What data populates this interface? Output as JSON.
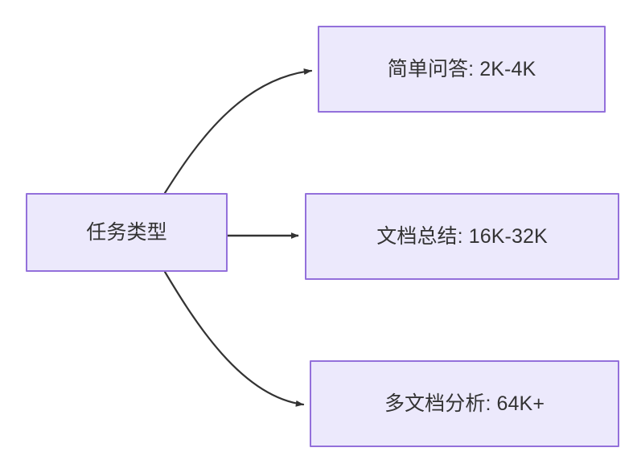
{
  "diagram": {
    "type": "flowchart",
    "direction": "left-to-right",
    "title": "任务类型",
    "background_color": "#ffffff",
    "node_fill_color": "#ece9fc",
    "node_border_color": "#9370db",
    "text_color": "#333333",
    "edge_color": "#333333",
    "nodes": [
      {
        "id": "root",
        "label": "任务类型",
        "role": "source"
      },
      {
        "id": "simple-qa",
        "label": "简单问答: 2K-4K",
        "role": "target"
      },
      {
        "id": "doc-summary",
        "label": "文档总结: 16K-32K",
        "role": "target"
      },
      {
        "id": "multidoc",
        "label": "多文档分析: 64K+",
        "role": "target"
      }
    ],
    "edges": [
      {
        "id": "edge-root-simple-qa",
        "from": "任务类型",
        "to": "简单问答: 2K-4K",
        "label": "",
        "style": "curved-arrow"
      },
      {
        "id": "edge-root-doc-summary",
        "from": "任务类型",
        "to": "文档总结: 16K-32K",
        "label": "",
        "style": "straight-arrow"
      },
      {
        "id": "edge-root-multidoc",
        "from": "任务类型",
        "to": "多文档分析: 64K+",
        "label": "",
        "style": "curved-arrow"
      }
    ]
  }
}
